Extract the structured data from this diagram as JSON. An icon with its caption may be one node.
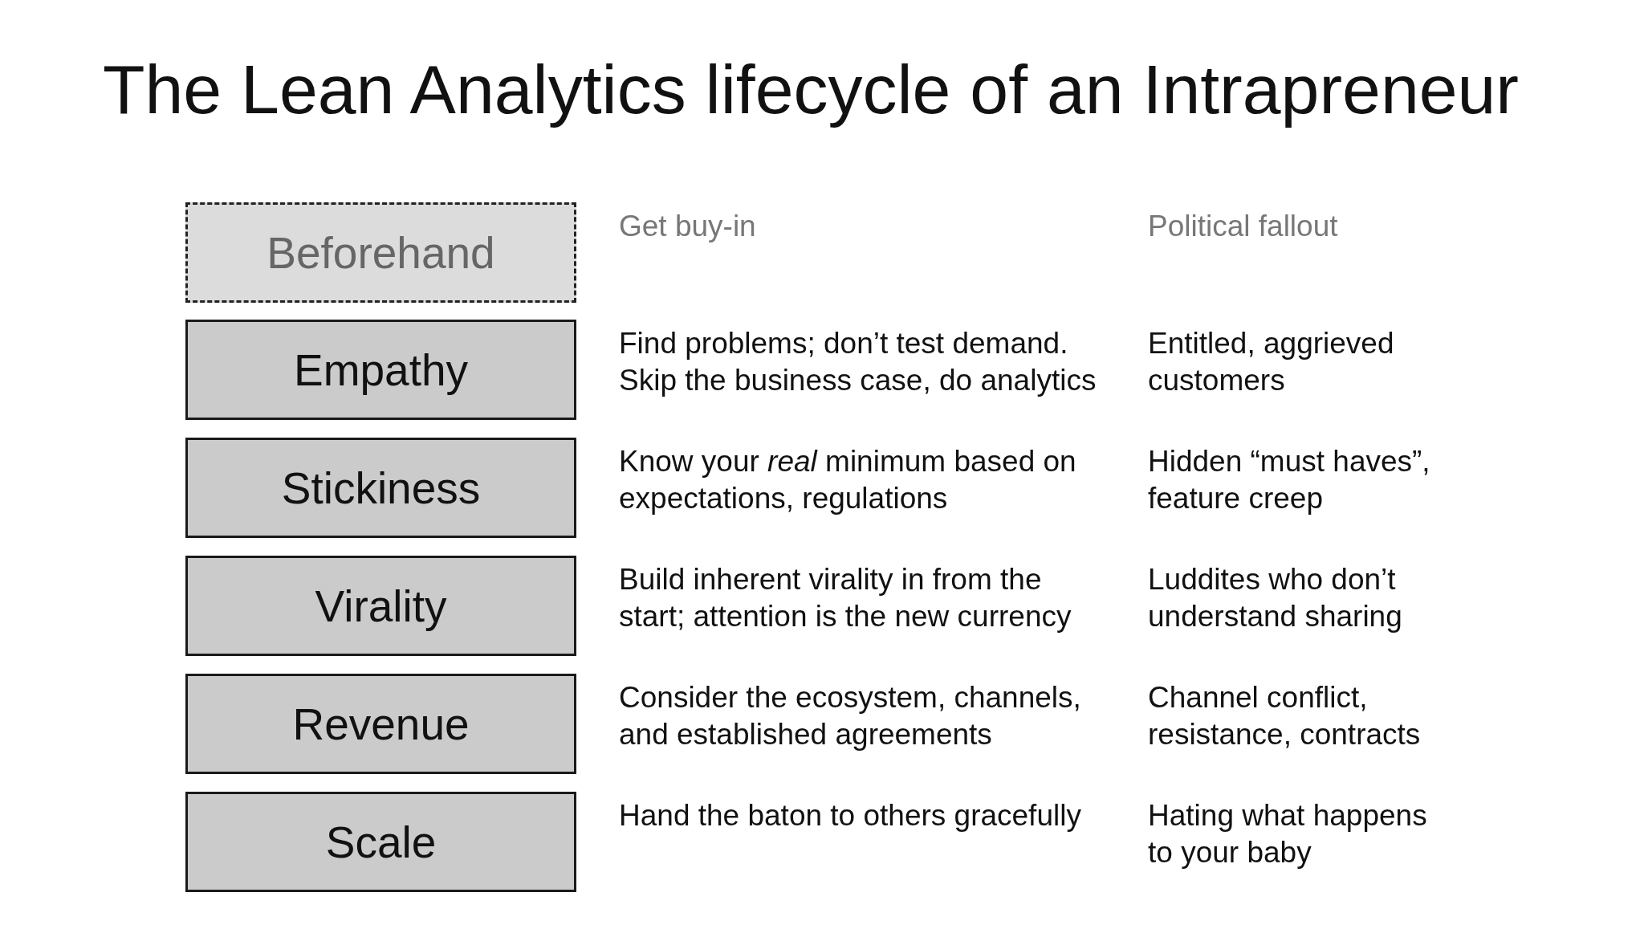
{
  "diagram": {
    "title": "The Lean Analytics lifecycle of an Intrapreneur",
    "nodes": [
      {
        "text": [
          "Beforehand"
        ]
      },
      {
        "text": [
          "Empathy"
        ],
        "beside": [
          "Find problems; don’t test demand. Skip the business case, do analytics",
          "Entitled, aggrieved customers"
        ]
      },
      {
        "text": [
          "Stickiness"
        ],
        "beside": [
          "Know your *real* minimum based on expectations, regulations",
          "Hidden “must haves”, feature creep"
        ]
      },
      {
        "text": [
          "Virality"
        ],
        "beside": [
          "Build inherent virality in from the start; attention is the new currency",
          "Luddites who don’t understand sharing"
        ]
      },
      {
        "text": [
          "Revenue"
        ],
        "beside": [
          "Consider the ecosystem, channels, and established agreements",
          "Channel conflict, resistance, contracts"
        ]
      },
      {
        "text": [
          "Scale"
        ],
        "beside": [
          "Hand the baton to others gracefully",
          "Hating what happens to your baby"
        ]
      }
    ],
    "labels": [
      "Get buy-in",
      "Political fallout"
    ]
  }
}
